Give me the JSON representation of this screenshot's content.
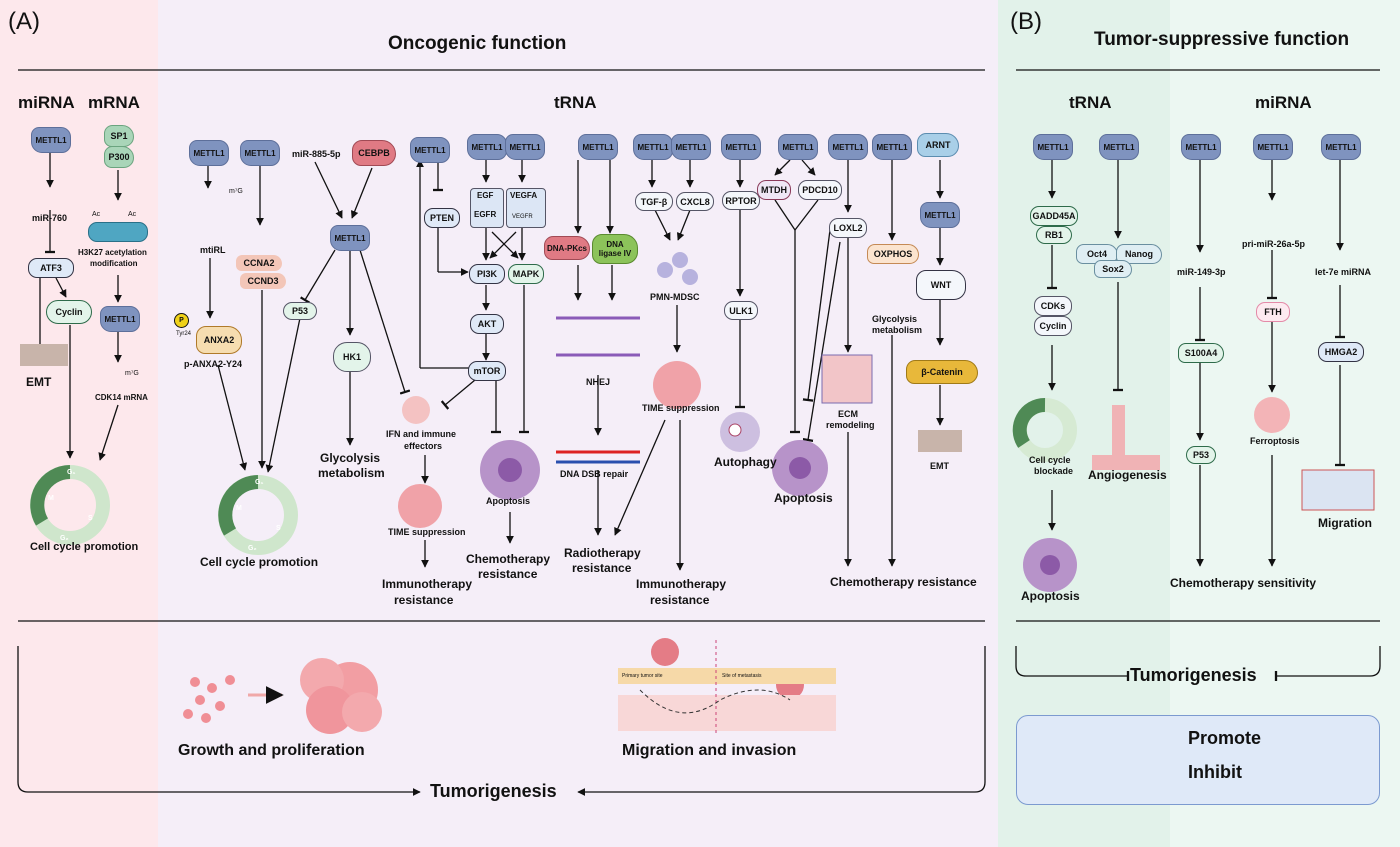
{
  "panels": {
    "a_label": "(A)",
    "b_label": "(B)",
    "a_title": "Oncogenic function",
    "b_title": "Tumor-suppressive function"
  },
  "col_a": {
    "mirna": "miRNA",
    "mrna": "mRNA",
    "trna": "tRNA",
    "mettl1": "METTL1",
    "mir760": "miR-760",
    "atf3": "ATF3",
    "cyclin": "Cyclin",
    "emt": "EMT",
    "sp1": "SP1",
    "p300": "P300",
    "ac": "Ac",
    "h3k27": "H3K27 acetylation",
    "modification": "modification",
    "m7g": "m⁷G",
    "cdk14": "CDK14 mRNA",
    "cell_cycle_promotion": "Cell cycle promotion",
    "mtirl": "mtiRL",
    "p": "P",
    "tyr24": "Tyr24",
    "anxa2": "ANXA2",
    "p_anxa2": "p-ANXA2-Y24",
    "ccna2": "CCNA2",
    "ccnd3": "CCND3",
    "mir885": "miR-885-5p",
    "cebpb": "CEBPB",
    "p53": "P53",
    "hk1": "HK1",
    "glycolysis": "Glycolysis",
    "metabolism": "metabolism",
    "pten": "PTEN",
    "egf": "EGF",
    "egfr": "EGFR",
    "vegfa": "VEGFA",
    "vegfr": "VEGFR",
    "pi3k": "PI3K",
    "mapk": "MAPK",
    "akt": "AKT",
    "mtor": "mTOR",
    "ifn": "IFN and immune",
    "effectors": "effectors",
    "time_suppression": "TIME suppression",
    "immunotherapy": "Immunotherapy",
    "resistance": "resistance",
    "apoptosis": "Apoptosis",
    "chemotherapy": "Chemotherapy",
    "dnapkcs": "DNA-PKcs",
    "dna_ligase": "DNA",
    "ligase_iv": "ligase IV",
    "nhej": "NHEJ",
    "dsb": "DNA DSB repair",
    "radiotherapy": "Radiotherapy",
    "tgfb": "TGF-β",
    "cxcl8": "CXCL8",
    "pmn": "PMN-MDSC",
    "rptor": "RPTOR",
    "ulk1": "ULK1",
    "autophagy": "Autophagy",
    "mtdh": "MTDH",
    "pdcd10": "PDCD10",
    "loxl2": "LOXL2",
    "ecm": "ECM",
    "remodeling": "remodeling",
    "oxphos": "OXPHOS",
    "arnt": "ARNT",
    "wnt": "WNT",
    "bcatenin": "β-Catenin",
    "chemo_resistance": "Chemotherapy resistance"
  },
  "col_b": {
    "trna": "tRNA",
    "mirna": "miRNA",
    "gadd45a": "GADD45A",
    "rb1": "RB1",
    "cdks": "CDKs",
    "cyclin": "Cyclin",
    "cell_cycle": "Cell cycle",
    "blockade": "blockade",
    "apoptosis": "Apoptosis",
    "oct4": "Oct4",
    "nanog": "Nanog",
    "sox2": "Sox2",
    "angiogenesis": "Angiogenesis",
    "mir149": "miR-149-3p",
    "s100a4": "S100A4",
    "p53": "P53",
    "primir26a": "pri-miR-26a-5p",
    "fth": "FTH",
    "ferroptosis": "Ferroptosis",
    "let7e": "let-7e miRNA",
    "hmga2": "HMGA2",
    "migration": "Migration",
    "chemo_sensitivity": "Chemotherapy sensitivity"
  },
  "bottom": {
    "growth": "Growth and proliferation",
    "migration_invasion": "Migration and invasion",
    "tumorigenesis_a": "Tumorigenesis",
    "tumorigenesis_b": "Tumorigenesis",
    "primary_tumor_site": "Primary tumor site",
    "site_of_metastasis": "Site of metastasis"
  },
  "legend": {
    "promote": "Promote",
    "inhibit": "Inhibit"
  },
  "colors": {
    "panel_a_left": "#fde8ec",
    "panel_a_main": "#f6eef8",
    "panel_b_left": "#e4f3ec",
    "panel_b_right": "#eef8f3",
    "mettl1": "#7f93bf",
    "legend_bg": "#dfe9f8"
  }
}
